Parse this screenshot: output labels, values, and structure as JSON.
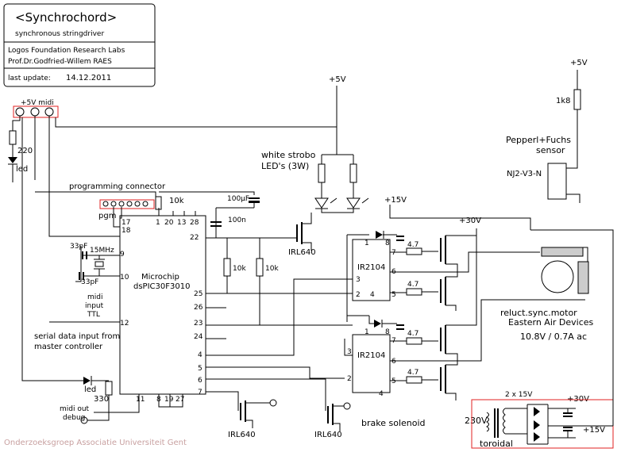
{
  "title_block": {
    "title": "<Synchrochord>",
    "subtitle": "synchronous stringdriver",
    "org": "Logos Foundation Research Labs",
    "author": "Prof.Dr.Godfried-Willem RAES",
    "update_label": "last update:",
    "update_date": "14.12.2011"
  },
  "credit": "Onderzoeksgroep Associatie Universiteit Gent",
  "labels": {
    "midi_conn": "+5V midi",
    "r220": "220",
    "led_top": "led",
    "prog_conn": "programming connector",
    "pgm": "pgm",
    "r10k_top": "10k",
    "cap100uf": "100µF",
    "cap100n": "100n",
    "cap33p_a": "33pF",
    "crystal": "15MHz",
    "cap33p_b": "33pF",
    "mcu1": "Microchip",
    "mcu2": "dsPIC30F3010",
    "midi_in1": "midi",
    "midi_in2": "input",
    "midi_in3": "TTL",
    "serial1": "serial data input from",
    "serial2": "master controller",
    "led_bottom": "led",
    "r330": "330",
    "midi_out1": "midi out",
    "midi_out2": "debug",
    "irl_a": "IRL640",
    "irl_b": "IRL640",
    "irl_c": "IRL640",
    "brake": "brake solenoid",
    "strobe1": "white strobo",
    "strobe2": "LED's (3W)",
    "v5_mid": "+5V",
    "v5_right": "+5V",
    "r1k8": "1k8",
    "sensor1": "Pepperl+Fuchs",
    "sensor2": "sensor",
    "sensor3": "NJ2-V3-N",
    "v15_top": "+15V",
    "v30_top": "+30V",
    "ir_a": "IR2104",
    "ir_b": "IR2104",
    "r47_a": "4.7",
    "r47_b": "4.7",
    "r47_c": "4.7",
    "r47_d": "4.7",
    "r10k_a": "10k",
    "r10k_b": "10k",
    "motor1": "reluct.sync.motor",
    "motor2": "Eastern Air Devices",
    "motor3": "10.8V / 0.7A ac",
    "tr_sec": "2 x 15V",
    "v30_bot": "+30V",
    "v15_bot": "+15V",
    "v230": "230V",
    "toroidal": "toroidal"
  },
  "pins": {
    "p17": "17",
    "p18": "18",
    "p1": "1",
    "p20": "20",
    "p13": "13",
    "p28": "28",
    "p22": "22",
    "p9": "9",
    "p10": "10",
    "p12": "12",
    "p25": "25",
    "p26": "26",
    "p23": "23",
    "p24": "24",
    "p4": "4",
    "p5": "5",
    "p6": "6",
    "p7": "7",
    "p11": "11",
    "p8": "8",
    "p19": "19",
    "p27": "27",
    "ira1": "1",
    "ira8": "8",
    "ira7": "7",
    "ira6": "6",
    "ira3": "3",
    "ira2": "2",
    "ira5": "5",
    "ira4": "4",
    "irb1": "1",
    "irb8": "8",
    "irb7": "7",
    "irb6": "6",
    "irb3": "3",
    "irb2": "2",
    "irb5": "5",
    "irb4": "4"
  }
}
